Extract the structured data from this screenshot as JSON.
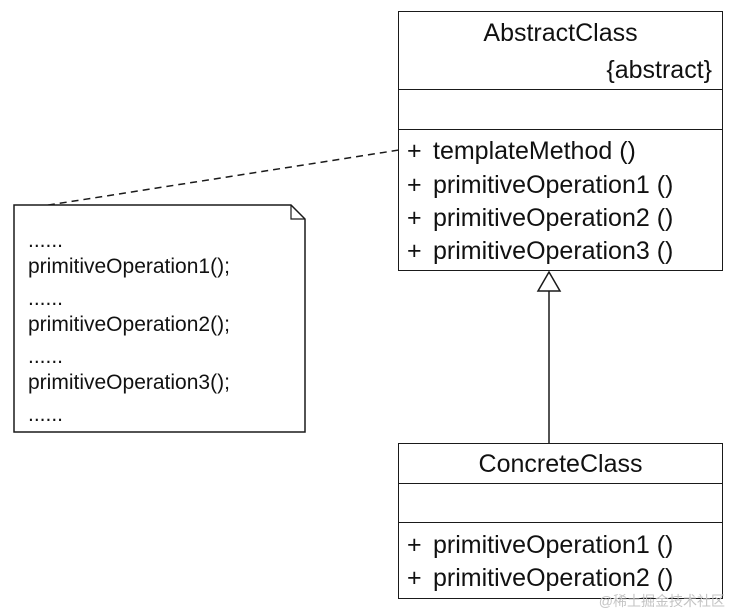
{
  "abstract_class": {
    "name": "AbstractClass",
    "stereotype": "{abstract}",
    "operations": [
      {
        "visibility": "+",
        "label": "templateMethod ()"
      },
      {
        "visibility": "+",
        "label": "primitiveOperation1 ()"
      },
      {
        "visibility": "+",
        "label": "primitiveOperation2 ()"
      },
      {
        "visibility": "+",
        "label": "primitiveOperation3 ()"
      }
    ]
  },
  "concrete_class": {
    "name": "ConcreteClass",
    "operations": [
      {
        "visibility": "+",
        "label": "primitiveOperation1 ()"
      },
      {
        "visibility": "+",
        "label": "primitiveOperation2 ()"
      }
    ]
  },
  "note": {
    "lines": [
      "......",
      "primitiveOperation1();",
      "......",
      "primitiveOperation2();",
      "......",
      "primitiveOperation3();",
      "......"
    ]
  },
  "watermark": "@稀土掘金技术社区"
}
